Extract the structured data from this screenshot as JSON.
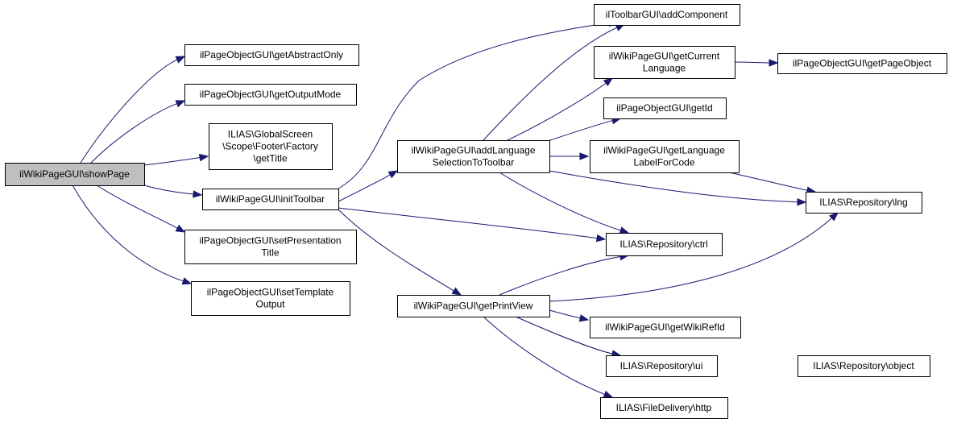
{
  "colors": {
    "edge": "#191970",
    "root_fill": "#bfbfbf",
    "node_fill": "#ffffff",
    "node_stroke": "#000000"
  },
  "nodes": {
    "root": {
      "lines": [
        "ilWikiPageGUI\\showPage"
      ]
    },
    "abstract": {
      "lines": [
        "ilPageObjectGUI\\getAbstractOnly"
      ]
    },
    "outputmode": {
      "lines": [
        "ilPageObjectGUI\\getOutputMode"
      ]
    },
    "footer": {
      "lines": [
        "ILIAS\\GlobalScreen",
        "\\Scope\\Footer\\Factory",
        "\\getTitle"
      ]
    },
    "inittoolbar": {
      "lines": [
        "ilWikiPageGUI\\initToolbar"
      ]
    },
    "setpres": {
      "lines": [
        "ilPageObjectGUI\\setPresentation",
        "Title"
      ]
    },
    "settemplate": {
      "lines": [
        "ilPageObjectGUI\\setTemplate",
        "Output"
      ]
    },
    "addlang": {
      "lines": [
        "ilWikiPageGUI\\addLanguage",
        "SelectionToToolbar"
      ]
    },
    "printview": {
      "lines": [
        "ilWikiPageGUI\\getPrintView"
      ]
    },
    "addcomp": {
      "lines": [
        "ilToolbarGUI\\addComponent"
      ]
    },
    "curlang": {
      "lines": [
        "ilWikiPageGUI\\getCurrent",
        "Language"
      ]
    },
    "getid": {
      "lines": [
        "ilPageObjectGUI\\getId"
      ]
    },
    "langlabel": {
      "lines": [
        "ilWikiPageGUI\\getLanguage",
        "LabelForCode"
      ]
    },
    "ctrl": {
      "lines": [
        "ILIAS\\Repository\\ctrl"
      ]
    },
    "wikiref": {
      "lines": [
        "ilWikiPageGUI\\getWikiRefId"
      ]
    },
    "ui": {
      "lines": [
        "ILIAS\\Repository\\ui"
      ]
    },
    "http": {
      "lines": [
        "ILIAS\\FileDelivery\\http"
      ]
    },
    "pageobj": {
      "lines": [
        "ilPageObjectGUI\\getPageObject"
      ]
    },
    "lng": {
      "lines": [
        "ILIAS\\Repository\\lng"
      ]
    },
    "object": {
      "lines": [
        "ILIAS\\Repository\\object"
      ]
    }
  },
  "edges": [
    [
      "root",
      "abstract"
    ],
    [
      "root",
      "outputmode"
    ],
    [
      "root",
      "footer"
    ],
    [
      "root",
      "inittoolbar"
    ],
    [
      "root",
      "setpres"
    ],
    [
      "root",
      "settemplate"
    ],
    [
      "inittoolbar",
      "addcomp"
    ],
    [
      "inittoolbar",
      "addlang"
    ],
    [
      "inittoolbar",
      "ctrl"
    ],
    [
      "inittoolbar",
      "printview"
    ],
    [
      "addlang",
      "addcomp"
    ],
    [
      "addlang",
      "curlang"
    ],
    [
      "addlang",
      "getid"
    ],
    [
      "addlang",
      "langlabel"
    ],
    [
      "addlang",
      "lng"
    ],
    [
      "addlang",
      "ctrl"
    ],
    [
      "curlang",
      "pageobj"
    ],
    [
      "langlabel",
      "lng"
    ],
    [
      "printview",
      "ctrl"
    ],
    [
      "printview",
      "lng"
    ],
    [
      "printview",
      "wikiref"
    ],
    [
      "printview",
      "ui"
    ],
    [
      "printview",
      "http"
    ],
    [
      "ui",
      "object"
    ]
  ]
}
